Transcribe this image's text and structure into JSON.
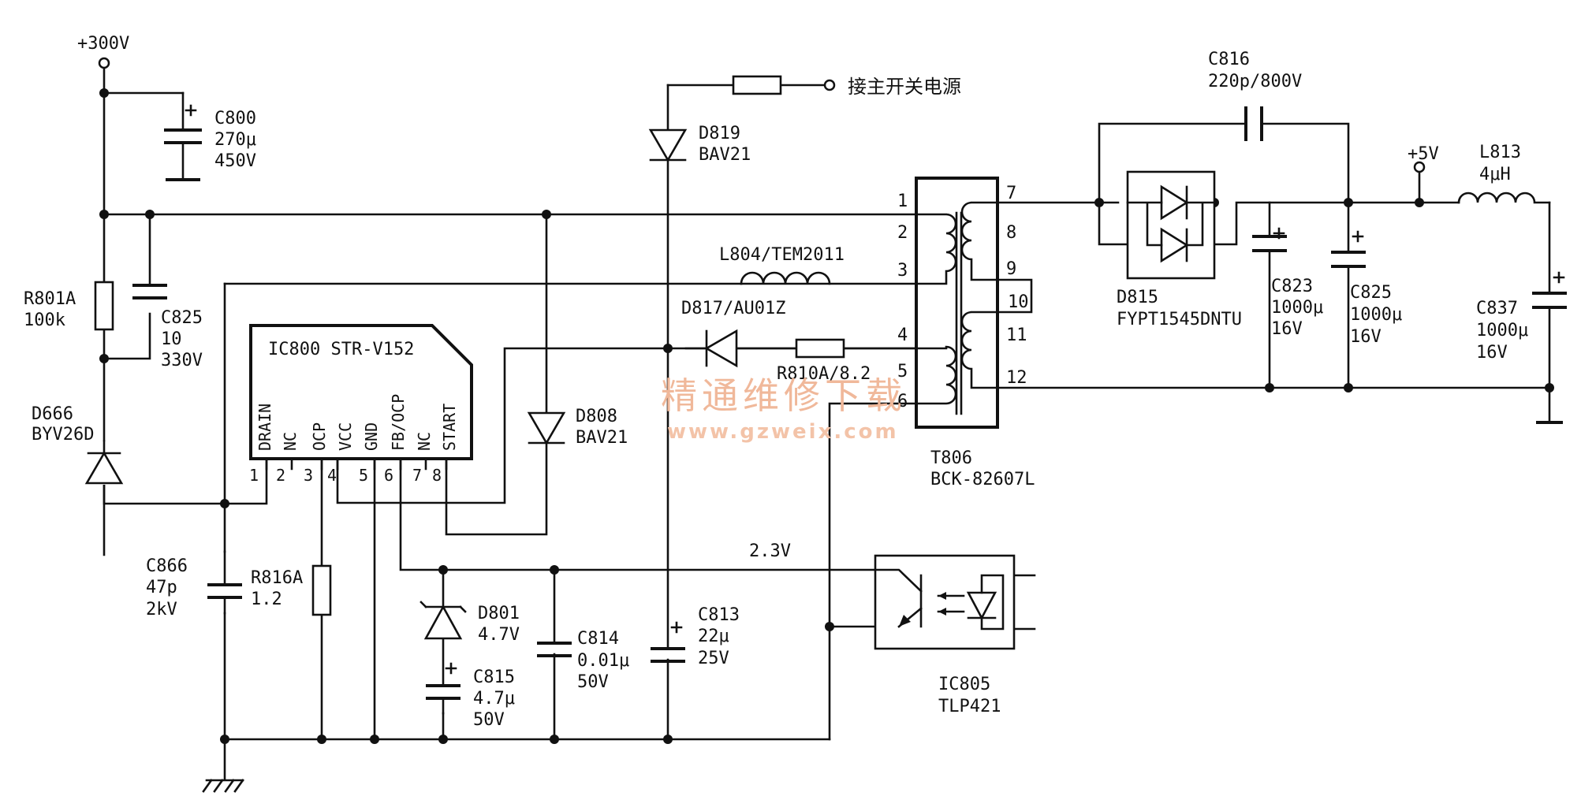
{
  "supply": {
    "v300": "+300V",
    "v5": "+5V",
    "main_sw": "接主开关电源",
    "v23": "2.3V"
  },
  "c800": {
    "name": "C800",
    "val": "270μ",
    "volt": "450V"
  },
  "c825a": {
    "name": "C825",
    "val": "10",
    "volt": "330V"
  },
  "r801a": {
    "name": "R801A",
    "val": "100k"
  },
  "d666": {
    "name": "D666",
    "part": "BYV26D"
  },
  "ic800": {
    "title": "IC800  STR-V152",
    "pins": [
      "DRAIN",
      "NC",
      "OCP",
      "VCC",
      "GND",
      "FB/OCP",
      "NC",
      "START"
    ],
    "nums": [
      "1",
      "2",
      "3",
      "4",
      "5",
      "6",
      "7",
      "8"
    ]
  },
  "c866": {
    "name": "C866",
    "val": "47p",
    "volt": "2kV"
  },
  "r816a": {
    "name": "R816A",
    "val": "1.2"
  },
  "d801": {
    "name": "D801",
    "val": "4.7V"
  },
  "c815": {
    "name": "C815",
    "val": "4.7μ",
    "volt": "50V"
  },
  "c814": {
    "name": "C814",
    "val": "0.01μ",
    "volt": "50V"
  },
  "c813": {
    "name": "C813",
    "val": "22μ",
    "volt": "25V"
  },
  "d808": {
    "name": "D808",
    "part": "BAV21"
  },
  "d819": {
    "name": "D819",
    "part": "BAV21"
  },
  "l804": {
    "name": "L804/TEM2011"
  },
  "d817": {
    "name": "D817/AU01Z"
  },
  "r810a": {
    "name": "R810A/8.2"
  },
  "t806": {
    "name": "T806",
    "part": "BCK-82607L",
    "pins": [
      "1",
      "2",
      "3",
      "4",
      "5",
      "6",
      "7",
      "8",
      "9",
      "10",
      "11",
      "12"
    ]
  },
  "c816": {
    "name": "C816",
    "val": "220p/800V"
  },
  "d815": {
    "name": "D815",
    "part": "FYPT1545DNTU"
  },
  "c823": {
    "name": "C823",
    "val": "1000μ",
    "volt": "16V"
  },
  "c825b": {
    "name": "C825",
    "val": "1000μ",
    "volt": "16V"
  },
  "c837": {
    "name": "C837",
    "val": "1000μ",
    "volt": "16V"
  },
  "l813": {
    "name": "L813",
    "val": "4μH"
  },
  "ic805": {
    "name": "IC805",
    "part": "TLP421"
  },
  "watermark": {
    "cn": "精通维修下载",
    "url": "www.gzweix.com"
  }
}
